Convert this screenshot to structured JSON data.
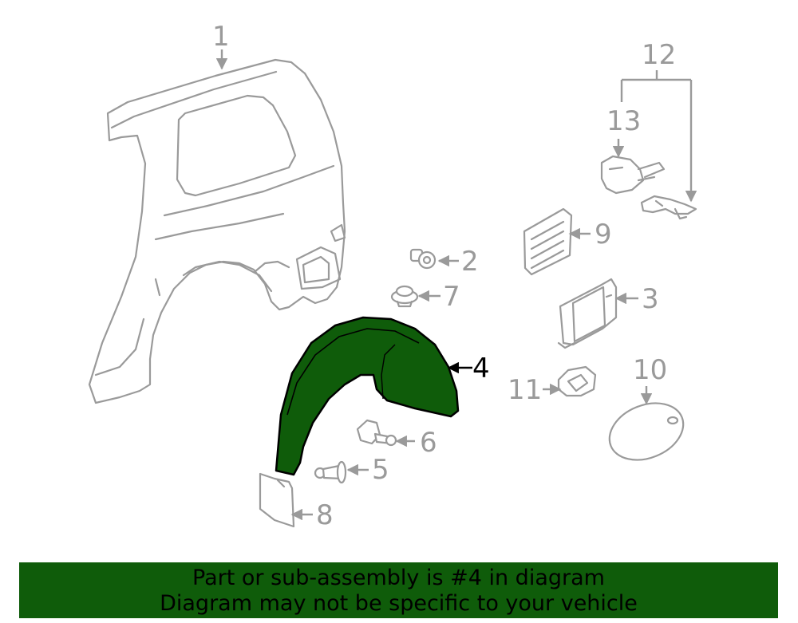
{
  "callouts": [
    {
      "id": "1",
      "text": "1"
    },
    {
      "id": "2",
      "text": "2"
    },
    {
      "id": "3",
      "text": "3"
    },
    {
      "id": "4",
      "text": "4"
    },
    {
      "id": "5",
      "text": "5"
    },
    {
      "id": "6",
      "text": "6"
    },
    {
      "id": "7",
      "text": "7"
    },
    {
      "id": "8",
      "text": "8"
    },
    {
      "id": "9",
      "text": "9"
    },
    {
      "id": "10",
      "text": "10"
    },
    {
      "id": "11",
      "text": "11"
    },
    {
      "id": "12",
      "text": "12"
    },
    {
      "id": "13",
      "text": "13"
    }
  ],
  "highlight": {
    "part": "4",
    "color": "#0f5c0a"
  },
  "banner": {
    "line1": "Part or sub-assembly is #4 in diagram",
    "line2": "Diagram may not be specific to your vehicle",
    "background": "#0f5c0a"
  },
  "colors": {
    "linework": "#9a9a9a",
    "highlight": "#0f5c0a",
    "text_active": "#000000"
  }
}
